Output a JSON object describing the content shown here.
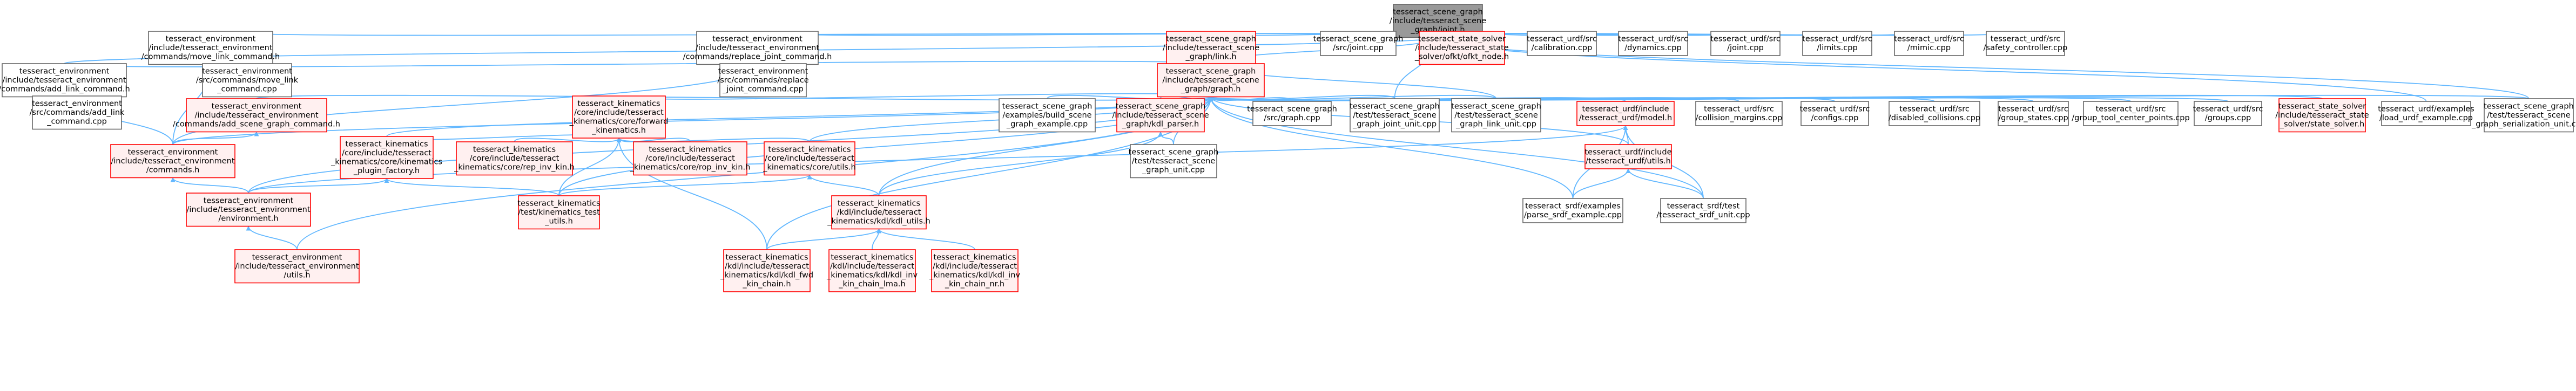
{
  "colors": {
    "edge": "#63b8ff",
    "focus_fill": "#999999",
    "focus_stroke": "#666666",
    "normal_fill": "#ffffff",
    "normal_stroke": "#666666",
    "truncated_fill": "#fff0f0",
    "truncated_stroke": "#ff0000"
  },
  "nodes": [
    {
      "id": "joint_h",
      "style": "focus",
      "lines": [
        "tesseract_scene_graph",
        "/include/tesseract_scene",
        "_graph/joint.h"
      ]
    },
    {
      "id": "move_link_cmd",
      "style": "normal",
      "lines": [
        "tesseract_environment",
        "/include/tesseract_environment",
        "/commands/move_link_command.h"
      ]
    },
    {
      "id": "replace_joint_cmd",
      "style": "normal",
      "lines": [
        "tesseract_environment",
        "/include/tesseract_environment",
        "/commands/replace_joint_command.h"
      ]
    },
    {
      "id": "link_h",
      "style": "truncated",
      "lines": [
        "tesseract_scene_graph",
        "/include/tesseract_scene",
        "_graph/link.h"
      ]
    },
    {
      "id": "sg_joint_cpp",
      "style": "normal",
      "lines": [
        "tesseract_scene_graph",
        "/src/joint.cpp"
      ]
    },
    {
      "id": "ofkt_node_h",
      "style": "truncated",
      "lines": [
        "tesseract_state_solver",
        "/include/tesseract_state",
        "_solver/ofkt/ofkt_node.h"
      ]
    },
    {
      "id": "urdf_calibration",
      "style": "normal",
      "lines": [
        "tesseract_urdf/src",
        "/calibration.cpp"
      ]
    },
    {
      "id": "urdf_dynamics",
      "style": "normal",
      "lines": [
        "tesseract_urdf/src",
        "/dynamics.cpp"
      ]
    },
    {
      "id": "urdf_joint",
      "style": "normal",
      "lines": [
        "tesseract_urdf/src",
        "/joint.cpp"
      ]
    },
    {
      "id": "urdf_limits",
      "style": "normal",
      "lines": [
        "tesseract_urdf/src",
        "/limits.cpp"
      ]
    },
    {
      "id": "urdf_mimic",
      "style": "normal",
      "lines": [
        "tesseract_urdf/src",
        "/mimic.cpp"
      ]
    },
    {
      "id": "urdf_safety",
      "style": "normal",
      "lines": [
        "tesseract_urdf/src",
        "/safety_controller.cpp"
      ]
    },
    {
      "id": "add_link_cmd_h",
      "style": "normal",
      "lines": [
        "tesseract_environment",
        "/include/tesseract_environment",
        "/commands/add_link_command.h"
      ]
    },
    {
      "id": "move_link_cmd_cpp",
      "style": "normal",
      "lines": [
        "tesseract_environment",
        "/src/commands/move_link",
        "_command.cpp"
      ]
    },
    {
      "id": "replace_joint_cmd_cpp",
      "style": "normal",
      "lines": [
        "tesseract_environment",
        "/src/commands/replace",
        "_joint_command.cpp"
      ]
    },
    {
      "id": "graph_h",
      "style": "truncated",
      "lines": [
        "tesseract_scene_graph",
        "/include/tesseract_scene",
        "_graph/graph.h"
      ]
    },
    {
      "id": "add_link_cmd_cpp",
      "style": "normal",
      "lines": [
        "tesseract_environment",
        "/src/commands/add_link",
        "_command.cpp"
      ]
    },
    {
      "id": "add_scene_graph_cmd",
      "style": "truncated",
      "lines": [
        "tesseract_environment",
        "/include/tesseract_environment",
        "/commands/add_scene_graph_command.h"
      ]
    },
    {
      "id": "forward_kinematics_h",
      "style": "truncated",
      "lines": [
        "tesseract_kinematics",
        "/core/include/tesseract",
        "_kinematics/core/forward",
        "_kinematics.h"
      ]
    },
    {
      "id": "build_scene_graph_example",
      "style": "normal",
      "lines": [
        "tesseract_scene_graph",
        "/examples/build_scene",
        "_graph_example.cpp"
      ]
    },
    {
      "id": "kdl_parser_h",
      "style": "truncated",
      "lines": [
        "tesseract_scene_graph",
        "/include/tesseract_scene",
        "_graph/kdl_parser.h"
      ]
    },
    {
      "id": "sg_graph_cpp",
      "style": "normal",
      "lines": [
        "tesseract_scene_graph",
        "/src/graph.cpp"
      ]
    },
    {
      "id": "sg_joint_unit",
      "style": "normal",
      "lines": [
        "tesseract_scene_graph",
        "/test/tesseract_scene",
        "_graph_joint_unit.cpp"
      ]
    },
    {
      "id": "sg_link_unit",
      "style": "normal",
      "lines": [
        "tesseract_scene_graph",
        "/test/tesseract_scene",
        "_graph_link_unit.cpp"
      ]
    },
    {
      "id": "urdf_model_h",
      "style": "truncated",
      "lines": [
        "tesseract_urdf/include",
        "/tesseract_urdf/model.h"
      ]
    },
    {
      "id": "urdf_collision_margins",
      "style": "normal",
      "lines": [
        "tesseract_urdf/src",
        "/collision_margins.cpp"
      ]
    },
    {
      "id": "urdf_configs",
      "style": "normal",
      "lines": [
        "tesseract_urdf/src",
        "/configs.cpp"
      ]
    },
    {
      "id": "urdf_disabled_collisions",
      "style": "normal",
      "lines": [
        "tesseract_urdf/src",
        "/disabled_collisions.cpp"
      ]
    },
    {
      "id": "urdf_group_states",
      "style": "normal",
      "lines": [
        "tesseract_urdf/src",
        "/group_states.cpp"
      ]
    },
    {
      "id": "urdf_group_tcp",
      "style": "normal",
      "lines": [
        "tesseract_urdf/src",
        "/group_tool_center_points.cpp"
      ]
    },
    {
      "id": "urdf_groups",
      "style": "normal",
      "lines": [
        "tesseract_urdf/src",
        "/groups.cpp"
      ]
    },
    {
      "id": "state_solver_h",
      "style": "truncated",
      "lines": [
        "tesseract_state_solver",
        "/include/tesseract_state",
        "_solver/state_solver.h"
      ]
    },
    {
      "id": "load_urdf_example",
      "style": "normal",
      "lines": [
        "tesseract_urdf/examples",
        "/load_urdf_example.cpp"
      ]
    },
    {
      "id": "sg_serialization_unit",
      "style": "normal",
      "lines": [
        "tesseract_scene_graph",
        "/test/tesseract_scene",
        "_graph_serialization_unit.cpp"
      ]
    },
    {
      "id": "plugin_factory_h",
      "style": "truncated",
      "lines": [
        "tesseract_kinematics",
        "/core/include/tesseract",
        "_kinematics/core/kinematics",
        "_plugin_factory.h"
      ]
    },
    {
      "id": "rep_inv_kin_h",
      "style": "truncated",
      "lines": [
        "tesseract_kinematics",
        "/core/include/tesseract",
        "_kinematics/core/rep_inv_kin.h"
      ]
    },
    {
      "id": "rop_inv_kin_h",
      "style": "truncated",
      "lines": [
        "tesseract_kinematics",
        "/core/include/tesseract",
        "_kinematics/core/rop_inv_kin.h"
      ]
    },
    {
      "id": "kin_core_utils_h",
      "style": "truncated",
      "lines": [
        "tesseract_kinematics",
        "/core/include/tesseract",
        "_kinematics/core/utils.h"
      ]
    },
    {
      "id": "sg_graph_unit",
      "style": "normal",
      "lines": [
        "tesseract_scene_graph",
        "/test/tesseract_scene",
        "_graph_unit.cpp"
      ]
    },
    {
      "id": "urdf_utils_h",
      "style": "truncated",
      "lines": [
        "tesseract_urdf/include",
        "/tesseract_urdf/utils.h"
      ]
    },
    {
      "id": "commands_h",
      "style": "truncated",
      "lines": [
        "tesseract_environment",
        "/include/tesseract_environment",
        "/commands.h"
      ]
    },
    {
      "id": "environment_h",
      "style": "truncated",
      "lines": [
        "tesseract_environment",
        "/include/tesseract_environment",
        "/environment.h"
      ]
    },
    {
      "id": "kin_test_utils_h",
      "style": "truncated",
      "lines": [
        "tesseract_kinematics",
        "/test/kinematics_test",
        "_utils.h"
      ]
    },
    {
      "id": "kdl_utils_h",
      "style": "truncated",
      "lines": [
        "tesseract_kinematics",
        "/kdl/include/tesseract",
        "_kinematics/kdl/kdl_utils.h"
      ]
    },
    {
      "id": "parse_srdf_example",
      "style": "normal",
      "lines": [
        "tesseract_srdf/examples",
        "/parse_srdf_example.cpp"
      ]
    },
    {
      "id": "srdf_unit",
      "style": "normal",
      "lines": [
        "tesseract_srdf/test",
        "/tesseract_srdf_unit.cpp"
      ]
    },
    {
      "id": "env_utils_h",
      "style": "truncated",
      "lines": [
        "tesseract_environment",
        "/include/tesseract_environment",
        "/utils.h"
      ]
    },
    {
      "id": "kdl_fwd_kin_chain_h",
      "style": "truncated",
      "lines": [
        "tesseract_kinematics",
        "/kdl/include/tesseract",
        "_kinematics/kdl/kdl_fwd",
        "_kin_chain.h"
      ]
    },
    {
      "id": "kdl_inv_kin_chain_lma_h",
      "style": "truncated",
      "lines": [
        "tesseract_kinematics",
        "/kdl/include/tesseract",
        "_kinematics/kdl/kdl_inv",
        "_kin_chain_lma.h"
      ]
    },
    {
      "id": "kdl_inv_kin_chain_nr_h",
      "style": "truncated",
      "lines": [
        "tesseract_kinematics",
        "/kdl/include/tesseract",
        "_kinematics/kdl/kdl_inv",
        "_kin_chain_nr.h"
      ]
    }
  ],
  "edges": [
    [
      "move_link_cmd",
      "joint_h"
    ],
    [
      "replace_joint_cmd",
      "joint_h"
    ],
    [
      "link_h",
      "joint_h"
    ],
    [
      "sg_joint_cpp",
      "joint_h"
    ],
    [
      "ofkt_node_h",
      "joint_h"
    ],
    [
      "urdf_calibration",
      "joint_h"
    ],
    [
      "urdf_dynamics",
      "joint_h"
    ],
    [
      "urdf_joint",
      "joint_h"
    ],
    [
      "urdf_limits",
      "joint_h"
    ],
    [
      "urdf_mimic",
      "joint_h"
    ],
    [
      "urdf_safety",
      "joint_h"
    ],
    [
      "add_link_cmd_h",
      "joint_h"
    ],
    [
      "graph_h",
      "joint_h"
    ],
    [
      "sg_joint_unit",
      "joint_h"
    ],
    [
      "load_urdf_example",
      "joint_h"
    ],
    [
      "sg_serialization_unit",
      "joint_h"
    ],
    [
      "move_link_cmd_cpp",
      "move_link_cmd"
    ],
    [
      "commands_h",
      "move_link_cmd"
    ],
    [
      "replace_joint_cmd_cpp",
      "replace_joint_cmd"
    ],
    [
      "commands_h",
      "replace_joint_cmd"
    ],
    [
      "add_link_cmd_h",
      "link_h"
    ],
    [
      "graph_h",
      "link_h"
    ],
    [
      "sg_link_unit",
      "link_h"
    ],
    [
      "add_link_cmd_cpp",
      "add_link_cmd_h"
    ],
    [
      "commands_h",
      "add_link_cmd_h"
    ],
    [
      "add_scene_graph_cmd",
      "graph_h"
    ],
    [
      "forward_kinematics_h",
      "graph_h"
    ],
    [
      "build_scene_graph_example",
      "graph_h"
    ],
    [
      "kdl_parser_h",
      "graph_h"
    ],
    [
      "sg_graph_cpp",
      "graph_h"
    ],
    [
      "sg_joint_unit",
      "graph_h"
    ],
    [
      "sg_link_unit",
      "graph_h"
    ],
    [
      "urdf_model_h",
      "graph_h"
    ],
    [
      "urdf_collision_margins",
      "graph_h"
    ],
    [
      "urdf_configs",
      "graph_h"
    ],
    [
      "urdf_disabled_collisions",
      "graph_h"
    ],
    [
      "urdf_group_states",
      "graph_h"
    ],
    [
      "urdf_group_tcp",
      "graph_h"
    ],
    [
      "urdf_groups",
      "graph_h"
    ],
    [
      "state_solver_h",
      "graph_h"
    ],
    [
      "sg_serialization_unit",
      "graph_h"
    ],
    [
      "plugin_factory_h",
      "graph_h"
    ],
    [
      "kin_core_utils_h",
      "graph_h"
    ],
    [
      "sg_graph_unit",
      "graph_h"
    ],
    [
      "urdf_utils_h",
      "graph_h"
    ],
    [
      "commands_h",
      "graph_h"
    ],
    [
      "environment_h",
      "graph_h"
    ],
    [
      "kin_test_utils_h",
      "graph_h"
    ],
    [
      "kdl_utils_h",
      "graph_h"
    ],
    [
      "parse_srdf_example",
      "graph_h"
    ],
    [
      "srdf_unit",
      "graph_h"
    ],
    [
      "env_utils_h",
      "graph_h"
    ],
    [
      "kdl_fwd_kin_chain_h",
      "graph_h"
    ],
    [
      "commands_h",
      "add_scene_graph_cmd"
    ],
    [
      "plugin_factory_h",
      "forward_kinematics_h"
    ],
    [
      "rep_inv_kin_h",
      "forward_kinematics_h"
    ],
    [
      "rop_inv_kin_h",
      "forward_kinematics_h"
    ],
    [
      "kin_core_utils_h",
      "forward_kinematics_h"
    ],
    [
      "kin_test_utils_h",
      "forward_kinematics_h"
    ],
    [
      "kdl_fwd_kin_chain_h",
      "forward_kinematics_h"
    ],
    [
      "sg_graph_unit",
      "kdl_parser_h"
    ],
    [
      "kdl_utils_h",
      "kdl_parser_h"
    ],
    [
      "urdf_utils_h",
      "urdf_model_h"
    ],
    [
      "parse_srdf_example",
      "urdf_model_h"
    ],
    [
      "srdf_unit",
      "urdf_model_h"
    ],
    [
      "environment_h",
      "urdf_model_h"
    ],
    [
      "environment_h",
      "plugin_factory_h"
    ],
    [
      "kin_test_utils_h",
      "plugin_factory_h"
    ],
    [
      "kin_test_utils_h",
      "kin_core_utils_h"
    ],
    [
      "kdl_utils_h",
      "kin_core_utils_h"
    ],
    [
      "parse_srdf_example",
      "urdf_utils_h"
    ],
    [
      "srdf_unit",
      "urdf_utils_h"
    ],
    [
      "environment_h",
      "commands_h"
    ],
    [
      "env_utils_h",
      "environment_h"
    ],
    [
      "kdl_fwd_kin_chain_h",
      "kdl_utils_h"
    ],
    [
      "kdl_inv_kin_chain_lma_h",
      "kdl_utils_h"
    ],
    [
      "kdl_inv_kin_chain_nr_h",
      "kdl_utils_h"
    ]
  ]
}
